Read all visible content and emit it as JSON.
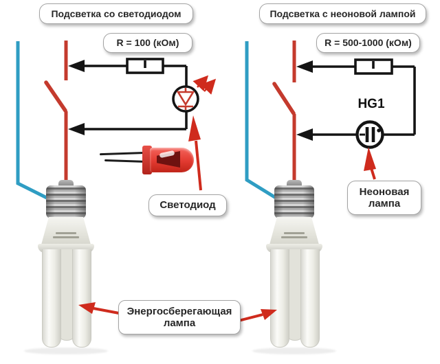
{
  "titles": {
    "left": "Подсветка со светодиодом",
    "right": "Подсветка с неоновой лампой"
  },
  "left_circuit": {
    "resistor_label": "R = 100 (кОм)",
    "component_label": "Светодиод"
  },
  "right_circuit": {
    "resistor_label": "R = 500-1000 (кОм)",
    "designator": "HG1",
    "component_label": "Неоновая\nлампа"
  },
  "bottom_label": {
    "text": "Энергосберегающая\nлампа"
  },
  "colors": {
    "wire_red": "#c43a2d",
    "wire_blue": "#2f9dc3",
    "wire_black": "#141414",
    "arrow_red": "#cf2b1d",
    "box_border": "#a3a3a3",
    "text_color": "#262626",
    "led_body_red": "#e23a30"
  }
}
